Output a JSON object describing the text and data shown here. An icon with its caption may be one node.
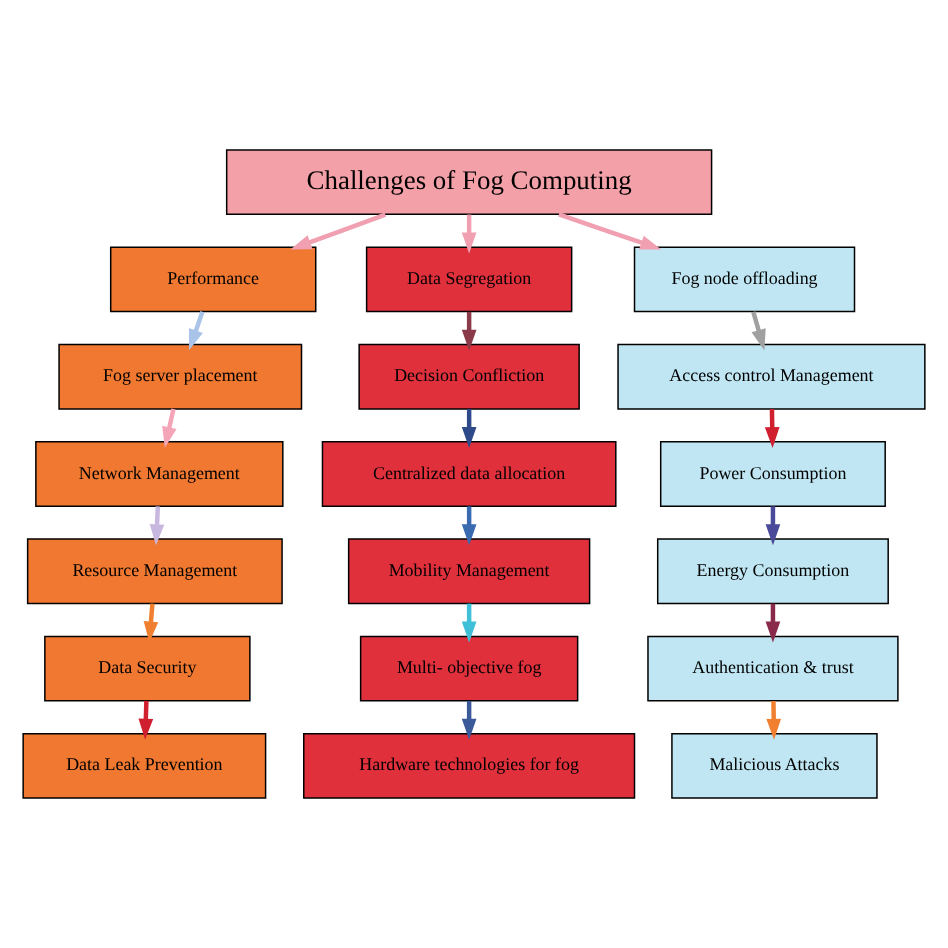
{
  "diagram": {
    "nodes": [
      {
        "text": [
          "Challenges of Fog Computing"
        ]
      },
      {
        "text": [
          "Performance"
        ]
      },
      {
        "text": [
          "Fog server placement"
        ]
      },
      {
        "text": [
          "Network Management"
        ]
      },
      {
        "text": [
          "Resource Management"
        ]
      },
      {
        "text": [
          "Data Security"
        ]
      },
      {
        "text": [
          "Data Leak Prevention"
        ]
      },
      {
        "text": [
          "Data Segregation"
        ]
      },
      {
        "text": [
          "Decision Confliction"
        ]
      },
      {
        "text": [
          "Centralized data allocation"
        ]
      },
      {
        "text": [
          "Mobility Management"
        ]
      },
      {
        "text": [
          "Multi- objective fog"
        ]
      },
      {
        "text": [
          "Hardware technologies for fog"
        ]
      },
      {
        "text": [
          "Fog node offloading"
        ]
      },
      {
        "text": [
          "Access control Management"
        ]
      },
      {
        "text": [
          "Power Consumption"
        ]
      },
      {
        "text": [
          "Energy Consumption"
        ]
      },
      {
        "text": [
          "Authentication & trust"
        ]
      },
      {
        "text": [
          "Malicious Attacks"
        ]
      }
    ],
    "edges": [
      {
        "from": 0,
        "to": 1,
        "arrow": "to",
        "color": "#f0a0b0"
      },
      {
        "from": 0,
        "to": 7,
        "arrow": "to",
        "color": "#f0a0b0"
      },
      {
        "from": 0,
        "to": 13,
        "arrow": "to",
        "color": "#f0a0b0"
      },
      {
        "from": 1,
        "to": 2,
        "arrow": "to",
        "color": "#a9c4e8"
      },
      {
        "from": 2,
        "to": 3,
        "arrow": "to",
        "color": "#f4a6b8"
      },
      {
        "from": 3,
        "to": 4,
        "arrow": "to",
        "color": "#c8b8e0"
      },
      {
        "from": 4,
        "to": 5,
        "arrow": "to",
        "color": "#f08030"
      },
      {
        "from": 5,
        "to": 6,
        "arrow": "to",
        "color": "#d02030"
      },
      {
        "from": 7,
        "to": 8,
        "arrow": "to",
        "color": "#8b3a4a"
      },
      {
        "from": 8,
        "to": 9,
        "arrow": "to",
        "color": "#2e4a8a"
      },
      {
        "from": 9,
        "to": 10,
        "arrow": "to",
        "color": "#3a6ab0"
      },
      {
        "from": 10,
        "to": 11,
        "arrow": "to",
        "color": "#40c0d8"
      },
      {
        "from": 11,
        "to": 12,
        "arrow": "to",
        "color": "#3a5a9a"
      },
      {
        "from": 13,
        "to": 14,
        "arrow": "to",
        "color": "#a0a0a0"
      },
      {
        "from": 14,
        "to": 15,
        "arrow": "to",
        "color": "#d02030"
      },
      {
        "from": 15,
        "to": 16,
        "arrow": "to",
        "color": "#4a4a9a"
      },
      {
        "from": 16,
        "to": 17,
        "arrow": "to",
        "color": "#8a2a4a"
      },
      {
        "from": 17,
        "to": 18,
        "arrow": "to",
        "color": "#f08030"
      }
    ]
  }
}
